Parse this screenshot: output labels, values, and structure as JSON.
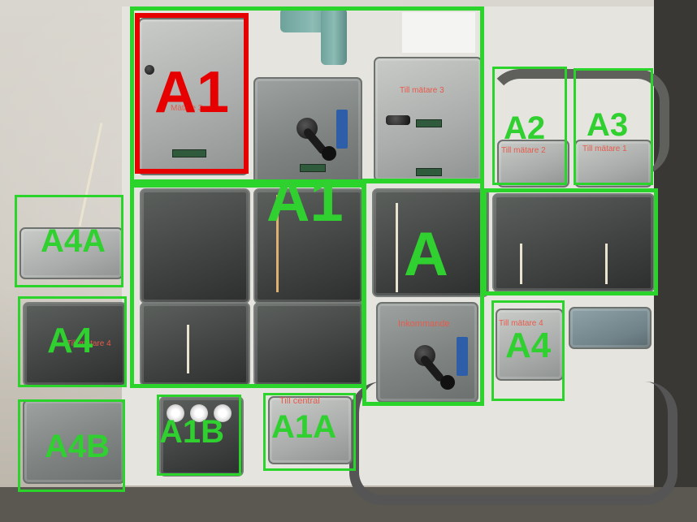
{
  "labels": {
    "a1_red": "A1",
    "a1_large": "A1",
    "a_main": "A",
    "a2": "A2",
    "a3": "A3",
    "a4a": "A4A",
    "a4_left": "A4",
    "a4_right": "A4",
    "a4b": "A4B",
    "a1b": "A1B",
    "a1a": "A1A"
  },
  "handwritten_notes": {
    "matare3_small": "Mätare 3",
    "till_matare_3": "Till mätare 3",
    "till_matare_2": "Till mätare 2",
    "till_matare_1": "Till mätare 1",
    "till_matare_4_left": "Till mätare 4",
    "till_matare_4_right": "Till mätare 4",
    "inkommande": "Inkommande",
    "till_central": "Till central"
  },
  "colors": {
    "annotation_green": "#2bd42b",
    "annotation_red": "#e60000",
    "handwriting_red": "#e85a4a"
  }
}
